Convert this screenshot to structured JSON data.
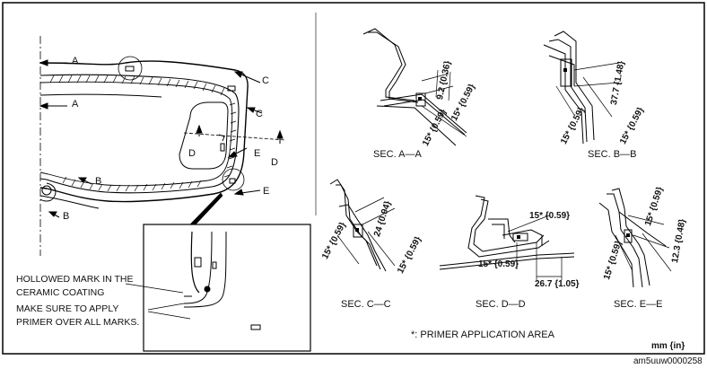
{
  "callouts": {
    "A": "A",
    "B": "B",
    "C": "C",
    "D": "D",
    "E": "E"
  },
  "notes": {
    "hollowed_line1": "HOLLOWED MARK IN THE",
    "hollowed_line2": "CERAMIC COATING",
    "primer_line1": "MAKE SURE TO APPLY",
    "primer_line2": "PRIMER OVER ALL MARKS."
  },
  "sections": {
    "aa": {
      "title": "SEC. A—A",
      "dims": [
        "9.2 {0.36}",
        "15* {0.59}",
        "15* {0.59}"
      ]
    },
    "bb": {
      "title": "SEC. B—B",
      "dims": [
        "37.7 {1.48}",
        "15* {0.59}",
        "15* {0.59}"
      ]
    },
    "cc": {
      "title": "SEC. C—C",
      "dims": [
        "24 {0.94}",
        "15* {0.59}",
        "15* {0.59}"
      ]
    },
    "dd": {
      "title": "SEC. D—D",
      "dims": [
        "15* {0.59}",
        "15* {0.59}",
        "26.7 {1.05}"
      ]
    },
    "ee": {
      "title": "SEC. E—E",
      "dims": [
        "15* {0.59}",
        "12.3 {0.48}",
        "15* {0.59}"
      ]
    }
  },
  "legend": "*: PRIMER APPLICATION AREA",
  "units": "mm {in}",
  "image_code": "am5uuw0000258"
}
